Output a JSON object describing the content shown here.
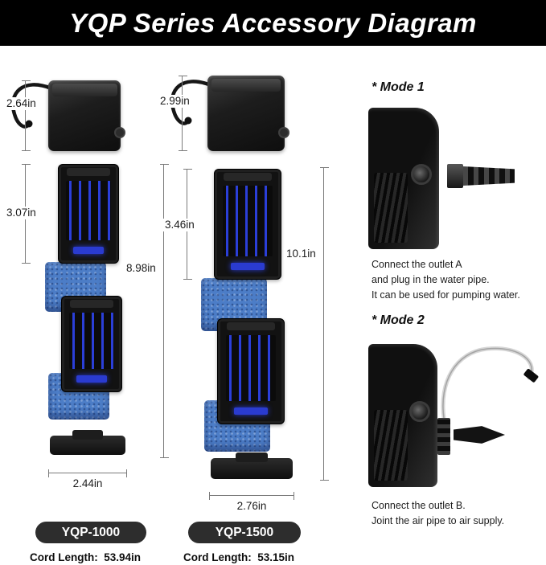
{
  "title": "YQP Series Accessory Diagram",
  "products": [
    {
      "model": "YQP-1000",
      "cord_length": "Cord Length:  53.94in",
      "pump_height": "2.64in",
      "filter_height": "3.07in",
      "total_height": "8.98in",
      "base_width": "2.44in"
    },
    {
      "model": "YQP-1500",
      "cord_length": "Cord Length:  53.15in",
      "pump_height": "2.99in",
      "filter_height": "3.46in",
      "total_height": "10.1in",
      "base_width": "2.76in"
    }
  ],
  "modes": [
    {
      "heading": "* Mode 1",
      "description": "Connect the outlet A\nand plug in the water pipe.\nIt can be used for pumping water."
    },
    {
      "heading": "* Mode 2",
      "description": "Connect the outlet B.\nJoint the air pipe to air supply."
    }
  ],
  "colors": {
    "banner_bg": "#000000",
    "banner_text": "#ffffff",
    "sponge_blue": "#4c7dc7",
    "cartridge_glow_blue": "#2b3fd8",
    "badge_bg": "#2d2d2d"
  }
}
